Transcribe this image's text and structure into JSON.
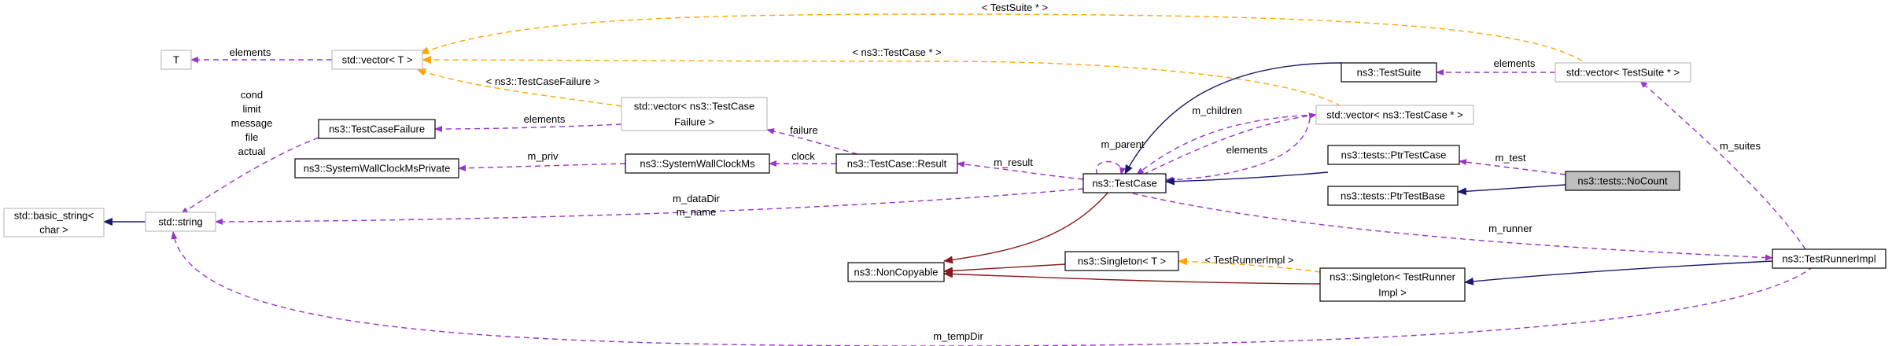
{
  "diagram": {
    "nodes": {
      "t": "T",
      "vector_t": "std::vector< T >",
      "basic_string_1": "std::basic_string<",
      "basic_string_2": "char >",
      "string": "std::string",
      "testcasefailure": "ns3::TestCaseFailure",
      "systemwallclockmsprivate": "ns3::SystemWallClockMsPrivate",
      "vector_failure_1": "std::vector< ns3::TestCase",
      "vector_failure_2": "Failure >",
      "systemwallclockms": "ns3::SystemWallClockMs",
      "result": "ns3::TestCase::Result",
      "testcase": "ns3::TestCase",
      "noncopyable": "ns3::NonCopyable",
      "singleton_t": "ns3::Singleton< T >",
      "testsuite": "ns3::TestSuite",
      "vector_testcase": "std::vector< ns3::TestCase * >",
      "ptrtestcase": "ns3::tests::PtrTestCase",
      "ptrtestbase": "ns3::tests::PtrTestBase",
      "nocount": "ns3::tests::NoCount",
      "singleton_runner_1": "ns3::Singleton< TestRunner",
      "singleton_runner_2": "Impl >",
      "vector_testsuite": "std::vector< TestSuite * >",
      "testrunnerimpl": "ns3::TestRunnerImpl"
    },
    "labels": {
      "testsuite_ptr": "< TestSuite * >",
      "elements_t": "elements",
      "testcase_ptr": "< ns3::TestCase * >",
      "elements_suite": "elements",
      "testcasefailure_tpl": "< ns3::TestCaseFailure >",
      "cond": "cond",
      "limit": "limit",
      "message": "message",
      "file": "file",
      "actual": "actual",
      "elements_failure": "elements",
      "failure": "failure",
      "m_parent": "m_parent",
      "m_children": "m_children",
      "m_priv": "m_priv",
      "clock": "clock",
      "m_result": "m_result",
      "elements_cases": "elements",
      "m_test": "m_test",
      "m_suites": "m_suites",
      "m_datadir": "m_dataDir",
      "m_name": "m_name",
      "m_runner": "m_runner",
      "testrunnerimpl_tpl": "< TestRunnerImpl >",
      "m_tempdir": "m_tempDir"
    },
    "colors": {
      "member": "#9a32cd",
      "template": "#ffa500",
      "public_inheritance": "#191970",
      "private_inheritance": "#8b1a1a",
      "focus_fill": "#bfbfbf",
      "grey_border": "#bfbfbf"
    }
  }
}
